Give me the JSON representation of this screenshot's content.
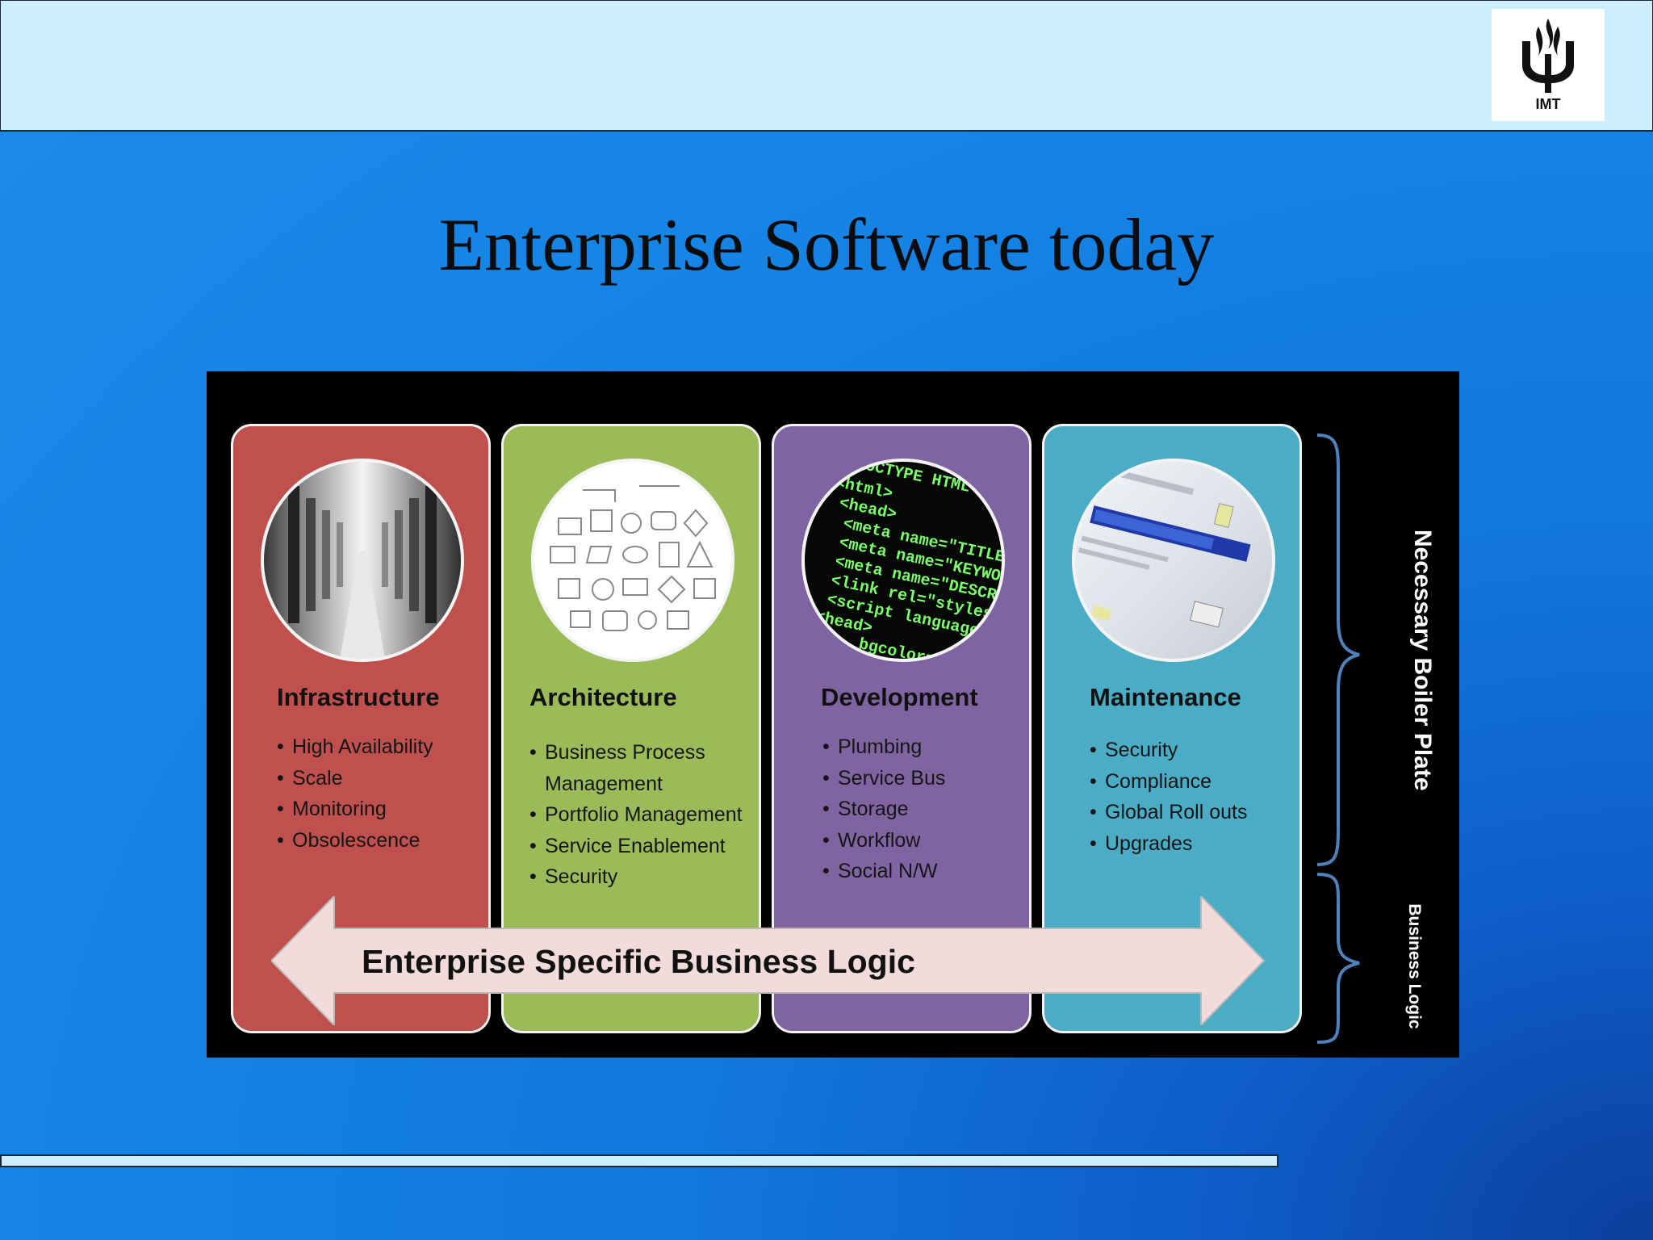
{
  "header": {
    "logo_text": "IMT"
  },
  "slide": {
    "title": "Enterprise Software today"
  },
  "diagram": {
    "columns": [
      {
        "title": "Infrastructure",
        "color": "#c0504d",
        "bullets": [
          "High Availability",
          "Scale",
          "Monitoring",
          "Obsolescence"
        ]
      },
      {
        "title": "Architecture",
        "color": "#9bbb59",
        "bullets": [
          "Business Process Management",
          "Portfolio Management",
          "Service Enablement",
          "Security"
        ]
      },
      {
        "title": "Development",
        "color": "#8064a2",
        "bullets": [
          "Plumbing",
          "Service Bus",
          "Storage",
          "Workflow",
          "Social N/W"
        ]
      },
      {
        "title": "Maintenance",
        "color": "#4bacc6",
        "bullets": [
          "Security",
          "Compliance",
          "Global Roll outs",
          "Upgrades"
        ]
      }
    ],
    "arrow_label": "Enterprise Specific Business Logic",
    "brace_labels": {
      "top": "Necessary  Boiler Plate",
      "bottom": "Business Logic"
    },
    "code_lines": [
      "DOCTYPE HTML PUBLIC",
      "<html>",
      "<head>",
      "<meta name=\"TITLE\"",
      "<meta name=\"KEYWORD\"",
      "<meta name=\"DESCRIPTION\"",
      "<link rel=\"stylesheet\"",
      "<script language=\"",
      "<head>",
      "bgcolor=\"#ffffff\""
    ]
  }
}
